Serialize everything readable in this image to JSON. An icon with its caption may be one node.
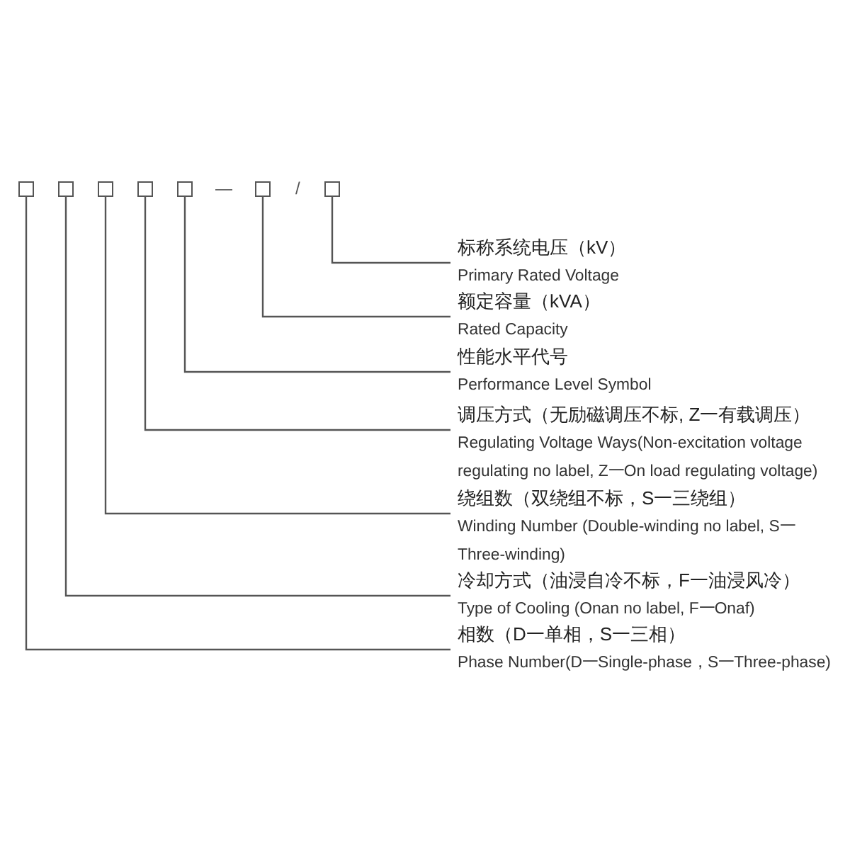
{
  "diagram": {
    "nodes": [
      {
        "text": [],
        "shape": "box"
      },
      {
        "text": [],
        "shape": "box"
      },
      {
        "text": [],
        "shape": "box"
      },
      {
        "text": [],
        "shape": "box"
      },
      {
        "text": [],
        "shape": "box"
      },
      {
        "text": [],
        "shape": "box"
      },
      {
        "text": [],
        "shape": "box"
      },
      {
        "text": [
          "标称系统电压（kV）",
          "Primary Rated Voltage"
        ]
      },
      {
        "text": [
          "额定容量（kVA）",
          "Rated Capacity"
        ]
      },
      {
        "text": [
          "性能水平代号",
          "Performance Level Symbol"
        ]
      },
      {
        "text": [
          "调压方式（无励磁调压不标, Z一有载调压）",
          "Regulating Voltage Ways(Non-excitation voltage regulating no label, Z一On load regulating voltage)"
        ]
      },
      {
        "text": [
          "绕组数（双绕组不标，S一三绕组）",
          "Winding Number (Double-winding no label, S一Three-winding)"
        ]
      },
      {
        "text": [
          "冷却方式（油浸自冷不标，F一油浸风冷）",
          "Type of Cooling (Onan no label, F一Onaf)"
        ]
      },
      {
        "text": [
          "相数（D一单相，S一三相）",
          "Phase Number(D一Single-phase，S一Three-phase)"
        ]
      }
    ],
    "edges": [
      {
        "from": 6,
        "to": 7,
        "arrow": "none"
      },
      {
        "from": 5,
        "to": 8,
        "arrow": "none"
      },
      {
        "from": 4,
        "to": 9,
        "arrow": "none"
      },
      {
        "from": 3,
        "to": 10,
        "arrow": "none"
      },
      {
        "from": 2,
        "to": 11,
        "arrow": "none"
      },
      {
        "from": 1,
        "to": 12,
        "arrow": "none"
      },
      {
        "from": 0,
        "to": 13,
        "arrow": "none"
      }
    ],
    "labels": [
      "—",
      "/"
    ]
  }
}
